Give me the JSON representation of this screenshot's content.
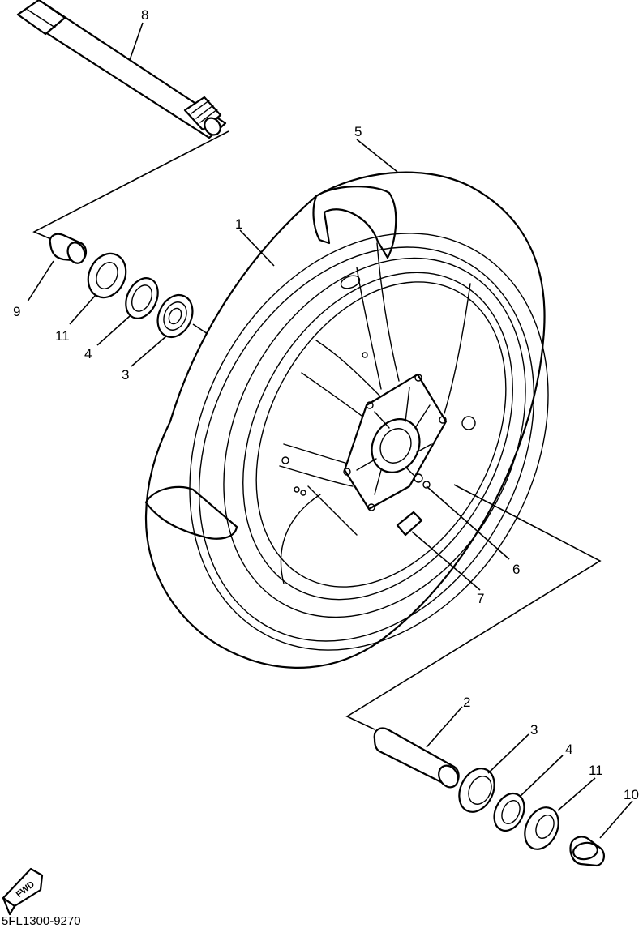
{
  "diagram": {
    "drawing_code": "5FL1300-9270",
    "direction_badge": "FWD",
    "callouts": [
      {
        "id": "callout-1",
        "text": "1"
      },
      {
        "id": "callout-2",
        "text": "2"
      },
      {
        "id": "callout-3-left",
        "text": "3"
      },
      {
        "id": "callout-3-right",
        "text": "3"
      },
      {
        "id": "callout-4-left",
        "text": "4"
      },
      {
        "id": "callout-4-right",
        "text": "4"
      },
      {
        "id": "callout-5",
        "text": "5"
      },
      {
        "id": "callout-6",
        "text": "6"
      },
      {
        "id": "callout-7",
        "text": "7"
      },
      {
        "id": "callout-8",
        "text": "8"
      },
      {
        "id": "callout-9",
        "text": "9"
      },
      {
        "id": "callout-10",
        "text": "10"
      },
      {
        "id": "callout-11-left",
        "text": "11"
      },
      {
        "id": "callout-11-right",
        "text": "11"
      }
    ]
  }
}
